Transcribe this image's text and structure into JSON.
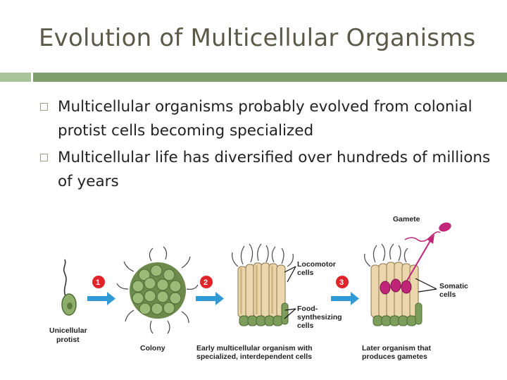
{
  "slide": {
    "title": "Evolution of Multicellular Organisms",
    "bullets": [
      "Multicellular organisms probably evolved from colonial protist cells becoming specialized",
      "Multicellular life has diversified over hundreds of millions of years"
    ]
  },
  "figure": {
    "steps": [
      "1",
      "2",
      "3"
    ],
    "labels": {
      "unicellular_1": "Unicellular",
      "unicellular_2": "protist",
      "colony": "Colony",
      "early_1": "Early multicellular organism with",
      "early_2": "specialized, interdependent cells",
      "later_1": "Later organism that",
      "later_2": "produces gametes",
      "gamete": "Gamete",
      "locomotor_1": "Locomotor",
      "locomotor_2": "cells",
      "food_1": "Food-",
      "food_2": "synthesizing",
      "food_3": "cells",
      "somatic_1": "Somatic",
      "somatic_2": "cells"
    },
    "colors": {
      "step_circle": "#e0242a",
      "arrow": "#2f9ad6",
      "cell_green": "#7d9e5a",
      "cell_tan": "#e8d3a8",
      "gamete": "#c0257a"
    }
  }
}
